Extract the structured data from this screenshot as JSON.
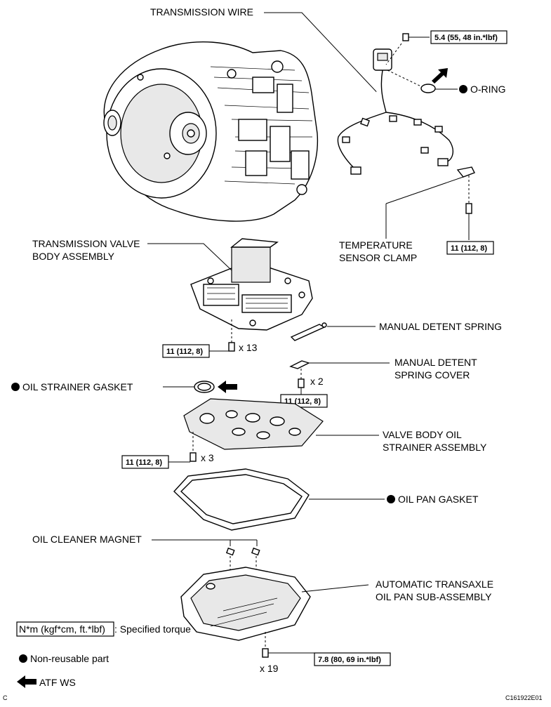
{
  "labels": {
    "transmission_wire": "TRANSMISSION WIRE",
    "o_ring": "O-RING",
    "temperature_sensor_clamp_1": "TEMPERATURE",
    "temperature_sensor_clamp_2": "SENSOR CLAMP",
    "valve_body_1": "TRANSMISSION VALVE",
    "valve_body_2": "BODY ASSEMBLY",
    "manual_detent_spring": "MANUAL DETENT SPRING",
    "manual_detent_spring_cover_1": "MANUAL DETENT",
    "manual_detent_spring_cover_2": "SPRING COVER",
    "oil_strainer_gasket": "OIL STRAINER GASKET",
    "valve_body_oil_strainer_1": "VALVE BODY OIL",
    "valve_body_oil_strainer_2": "STRAINER ASSEMBLY",
    "oil_pan_gasket": "OIL PAN GASKET",
    "oil_cleaner_magnet": "OIL CLEANER MAGNET",
    "oil_pan_1": "AUTOMATIC TRANSAXLE",
    "oil_pan_2": "OIL PAN SUB-ASSEMBLY"
  },
  "torques": {
    "wire_bolt": "5.4 (55, 48 in.*lbf)",
    "clamp_bolt": "11 (112, 8)",
    "valve_body_bolt": "11 (112, 8)",
    "detent_cover_bolt": "11 (112, 8)",
    "strainer_bolt": "11 (112, 8)",
    "oil_pan_bolt": "7.8 (80, 69 in.*lbf)"
  },
  "quantities": {
    "valve_body_bolts": "x 13",
    "detent_cover_bolts": "x 2",
    "strainer_bolts": "x 3",
    "oil_pan_bolts": "x 19"
  },
  "legend": {
    "torque_box": "N*m (kgf*cm, ft.*lbf)",
    "torque_desc": ": Specified torque",
    "non_reusable": "Non-reusable part",
    "atf": "ATF WS"
  },
  "footer": {
    "corner_letter": "C",
    "figure_code": "C161922E01"
  }
}
